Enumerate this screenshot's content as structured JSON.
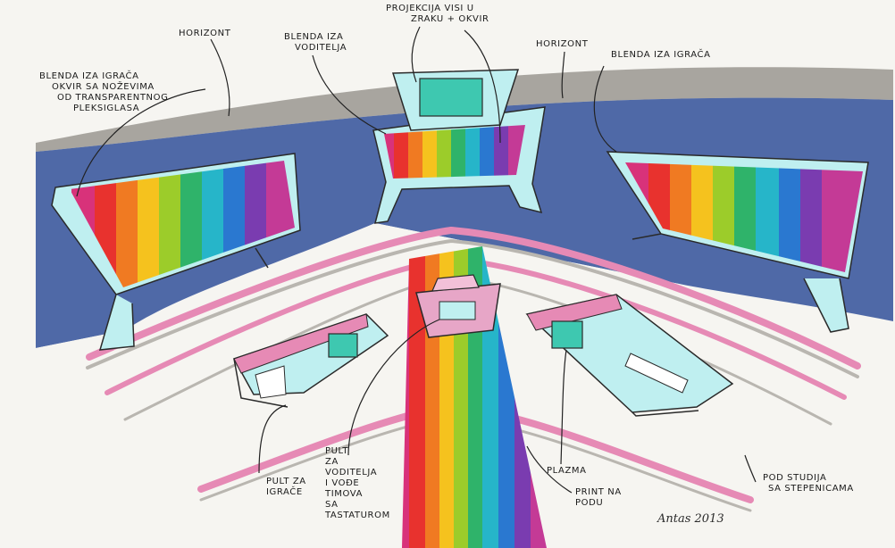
{
  "labels": {
    "projection": [
      "PROJEKCIJA VISI U",
      "ZRAKU + OKVIR"
    ],
    "horizont_left": "HORIZONT",
    "horizont_right": "HORIZONT",
    "blenda_host": [
      "BLENDA IZA",
      "VODITELJA"
    ],
    "blenda_players_right": "BLENDA IZA IGRAČA",
    "blenda_players_left": [
      "BLENDA IZA IGRAČA",
      "OKVIR SA NOŽEVIMA",
      "OD TRANSPARENTNOG",
      "PLEKSIGLASA"
    ],
    "pult_host": [
      "PULT",
      "ZA",
      "VODITELJA",
      "I VOĐE",
      "TIMOVA",
      "SA",
      "TASTATUROM"
    ],
    "pult_players": [
      "PULT ZA",
      "IGRAČE"
    ],
    "plazma": "PLAZMA",
    "print": [
      "PRINT NA",
      "PODU"
    ],
    "pod": [
      "POD STUDIJA",
      "SA STEPENICAMA"
    ]
  },
  "signature": "Antas 2013",
  "colors": {
    "backdrop_blue": "#3d5a9e",
    "horizon_gray": "#9a9690",
    "frame_cyan": "#bfeff0",
    "screen_teal": "#3ec8b0",
    "floor_pink": "#e68ab5",
    "rainbow": [
      "#d8327a",
      "#e8322e",
      "#f07a22",
      "#f5c21e",
      "#9ccc2a",
      "#2fb36a",
      "#26b5c9",
      "#2a78d0",
      "#7a3cb0",
      "#c43a96"
    ]
  }
}
